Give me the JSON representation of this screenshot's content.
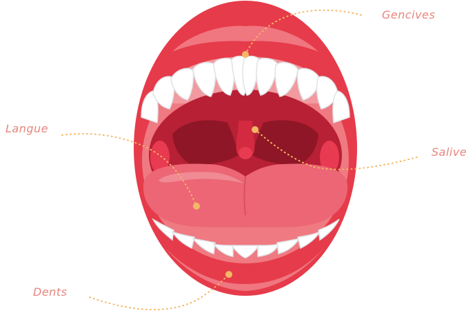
{
  "colors": {
    "label": "#e9857d",
    "dot": "#f3b866",
    "lip_outer": "#e63b4a",
    "lip_dark": "#c92436",
    "lip_highlight": "#f07680",
    "gum": "#ef7a82",
    "teeth": "#ffffff",
    "teeth_shadow": "#dfe2e6",
    "throat": "#b82035",
    "throat_dark": "#8f1626",
    "tongue": "#ec6675",
    "tongue_light": "#f08a94",
    "tonsil": "#e83a50"
  },
  "diagram": {
    "labels": [
      {
        "id": "gencives",
        "text": "Gencives"
      },
      {
        "id": "langue",
        "text": "Langue"
      },
      {
        "id": "salive",
        "text": "Salive"
      },
      {
        "id": "dents",
        "text": "Dents"
      }
    ]
  }
}
